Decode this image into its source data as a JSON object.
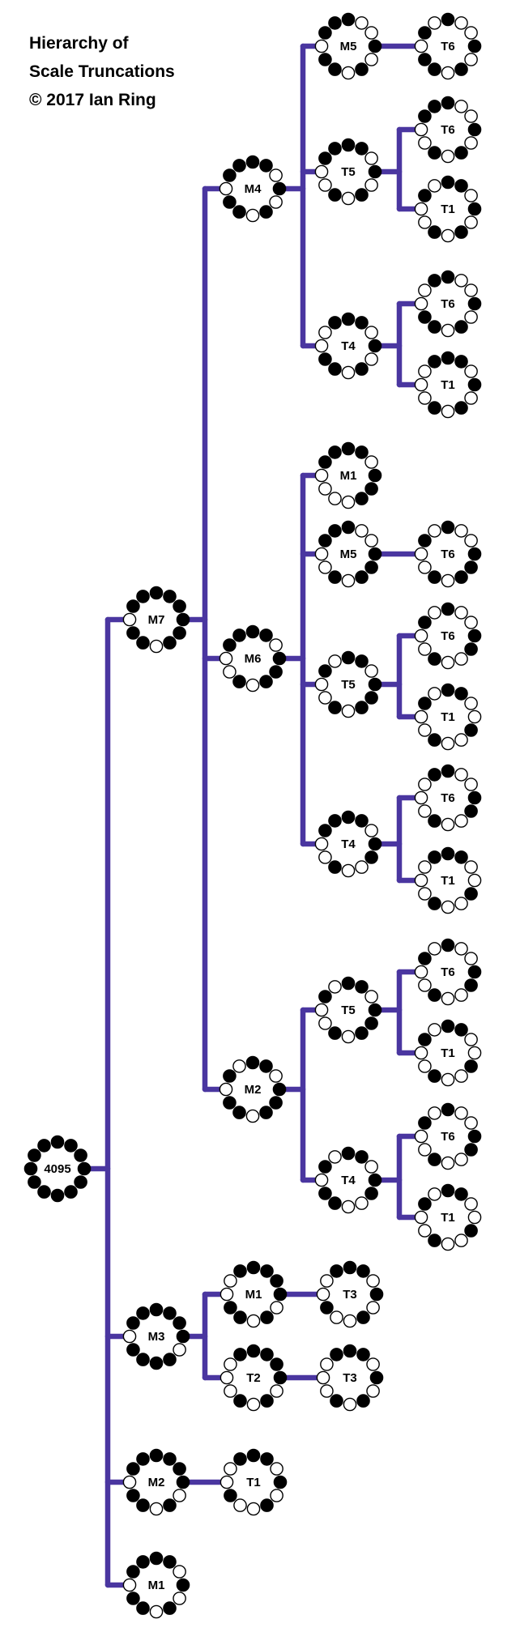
{
  "title": {
    "line1": "Hierarchy of",
    "line2": "Scale Truncations",
    "line3": "© 2017 Ian Ring"
  },
  "colors": {
    "connector": "#4a36a0",
    "filled": "#000000",
    "empty": "#ffffff",
    "outline": "#000000"
  },
  "nodes": [
    {
      "id": "n4095",
      "label": "4095",
      "pattern": "111111111111"
    },
    {
      "id": "n7",
      "label": "M7",
      "pattern": "111111011011"
    },
    {
      "id": "n4",
      "label": "M4",
      "pattern": "110101011011"
    },
    {
      "id": "n45",
      "label": "M5",
      "pattern": "100101011011"
    },
    {
      "id": "n456",
      "label": "T6",
      "pattern": "100101011010"
    },
    {
      "id": "n44",
      "label": "T5",
      "pattern": "110101010011"
    },
    {
      "id": "n446",
      "label": "T6",
      "pattern": "100101010011"
    },
    {
      "id": "n441",
      "label": "T1",
      "pattern": "110101010010"
    },
    {
      "id": "n43",
      "label": "T4",
      "pattern": "110101011001"
    },
    {
      "id": "n436",
      "label": "T6",
      "pattern": "100101011001"
    },
    {
      "id": "n431",
      "label": "T1",
      "pattern": "110101010001"
    },
    {
      "id": "n6",
      "label": "M6",
      "pattern": "110111010011"
    },
    {
      "id": "n61",
      "label": "M1",
      "pattern": "110111000011"
    },
    {
      "id": "n65",
      "label": "M5",
      "pattern": "100111010011"
    },
    {
      "id": "n656",
      "label": "T6",
      "pattern": "100111010010"
    },
    {
      "id": "n64",
      "label": "T5",
      "pattern": "110111010010"
    },
    {
      "id": "n646",
      "label": "T6",
      "pattern": "100110010010"
    },
    {
      "id": "n641",
      "label": "T1",
      "pattern": "110010010010"
    },
    {
      "id": "n63",
      "label": "T4",
      "pattern": "110110010011"
    },
    {
      "id": "n636",
      "label": "T6",
      "pattern": "100110010001"
    },
    {
      "id": "n631",
      "label": "T1",
      "pattern": "110010010001"
    },
    {
      "id": "n2",
      "label": "M2",
      "pattern": "110111011010"
    },
    {
      "id": "n24",
      "label": "T5",
      "pattern": "110111010010"
    },
    {
      "id": "n246",
      "label": "T6",
      "pattern": "100110010010"
    },
    {
      "id": "n241",
      "label": "T1",
      "pattern": "110010010010"
    },
    {
      "id": "n23",
      "label": "T4",
      "pattern": "110110011010"
    },
    {
      "id": "n236",
      "label": "T6",
      "pattern": "100110010010"
    },
    {
      "id": "n231",
      "label": "T1",
      "pattern": "110010010010"
    },
    {
      "id": "n3",
      "label": "M3",
      "pattern": "111101111011"
    },
    {
      "id": "n31",
      "label": "M1",
      "pattern": "111101011001"
    },
    {
      "id": "n313",
      "label": "T3",
      "pattern": "110101001001"
    },
    {
      "id": "n32",
      "label": "T2",
      "pattern": "111101010001"
    },
    {
      "id": "n323",
      "label": "T3",
      "pattern": "110101010001"
    },
    {
      "id": "nM2",
      "label": "M2",
      "pattern": "111101011011"
    },
    {
      "id": "nM2T1",
      "label": "T1",
      "pattern": "110101001001"
    },
    {
      "id": "nM1",
      "label": "M1",
      "pattern": "110101011011"
    }
  ]
}
